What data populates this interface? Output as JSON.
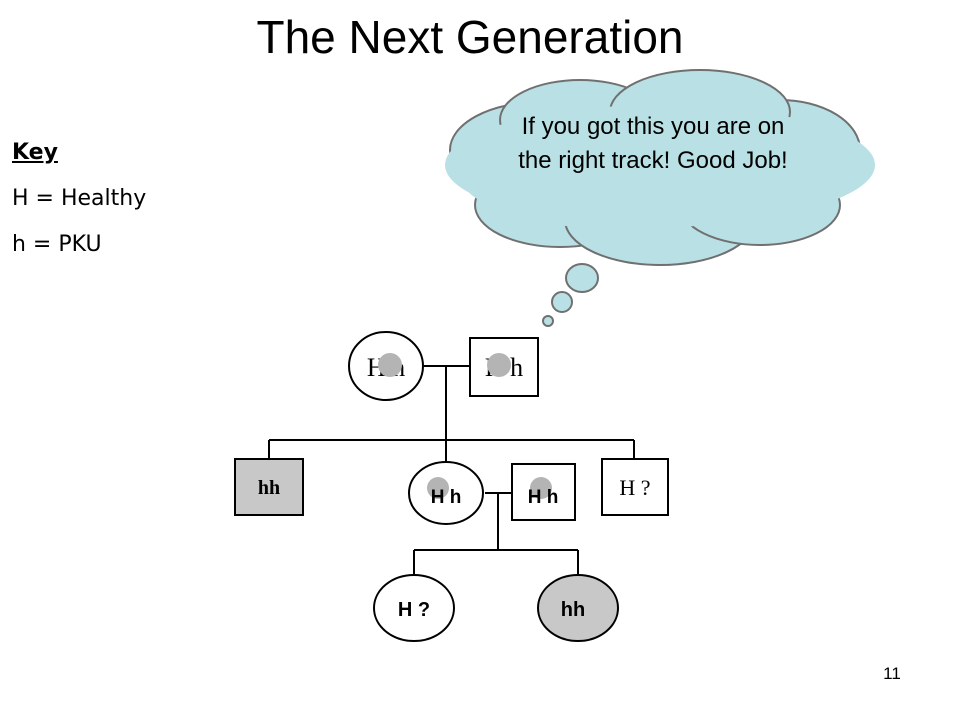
{
  "title": "The Next Generation",
  "key": {
    "heading": "Key",
    "lines": [
      "H = Healthy",
      "h = PKU"
    ]
  },
  "thought_bubble": {
    "text": "If you got this you are on the right track! Good Job!",
    "fill_color": "#b9e0e4"
  },
  "pedigree": {
    "grandmother": "H h",
    "grandfather": "H h",
    "children": {
      "affected_son": "hh",
      "daughter": "H h",
      "spouse": "H h",
      "healthy_son": "H ?"
    },
    "grandchildren": {
      "first": "H ?",
      "second": "hh"
    },
    "affected_color": "#c8c8c8",
    "carrier_dot_color": "#b4b4b4"
  },
  "page_number": "11"
}
